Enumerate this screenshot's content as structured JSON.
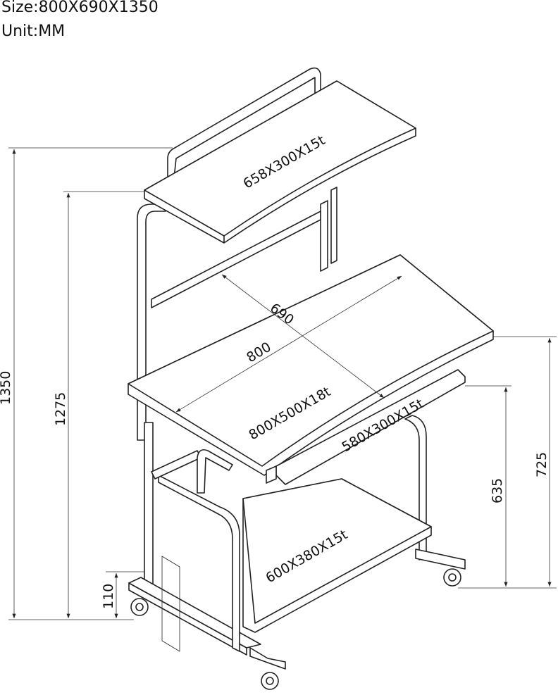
{
  "header": {
    "size": "Size:800X690X1350",
    "unit": "Unit:MM"
  },
  "panels": {
    "top_shelf": "658X300X15t",
    "desk_top": "800X500X18t",
    "keyboard_tray": "580X300X15t",
    "bottom_shelf": "600X380X15t"
  },
  "dimensions": {
    "total_height": "1350",
    "top_shelf_height": "1275",
    "depth": "690",
    "width": "800",
    "tray_height": "635",
    "desk_height": "725",
    "bottom_shelf_height": "110"
  }
}
